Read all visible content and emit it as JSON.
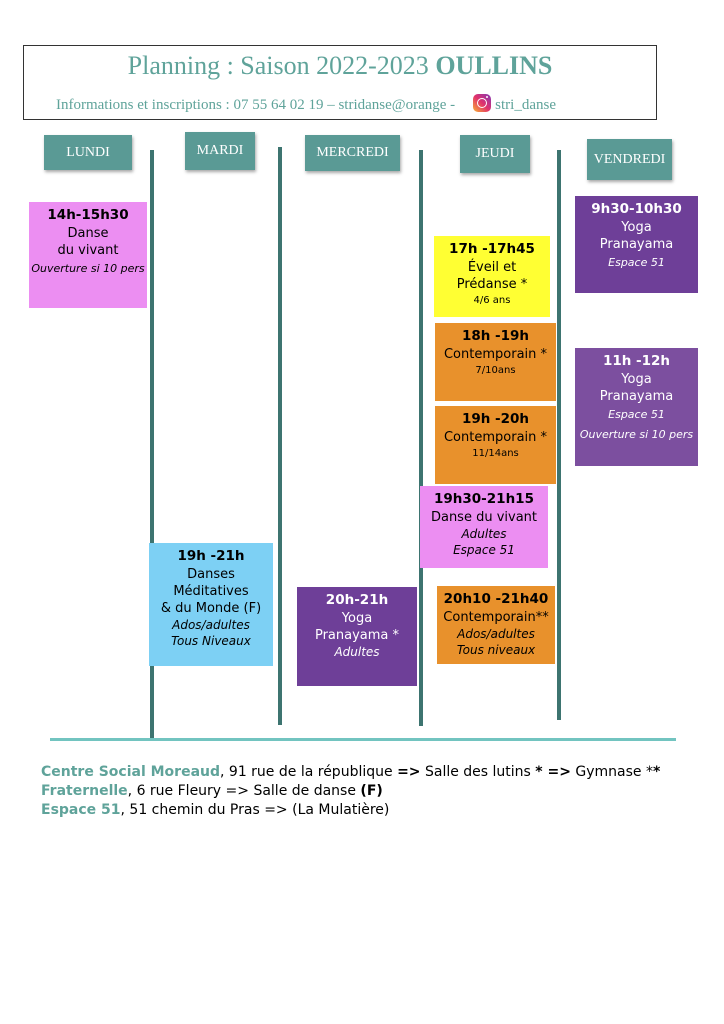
{
  "header": {
    "title_prefix": "Planning : Saison 2022-2023 ",
    "title_city": "OULLINS",
    "info": "Informations et inscriptions : 07 55 64 02 19 – stridanse@orange -",
    "instagram_handle": "stri_danse"
  },
  "days": [
    "LUNDI",
    "MARDI",
    "MERCREDI",
    "JEUDI",
    "VENDREDI"
  ],
  "classes": {
    "lundi_1": {
      "time": "14h-15h30",
      "line1": "Danse",
      "line2": "du vivant",
      "note": "Ouverture si 10 pers",
      "color": "#ec8ef2"
    },
    "mardi_1": {
      "time": "19h -21h",
      "line1": "Danses",
      "line2": "Méditatives",
      "line3": "& du Monde (F)",
      "note1": "Ados/adultes",
      "note2": "Tous Niveaux",
      "color": "#7dd0f4"
    },
    "mercredi_1": {
      "time": "20h-21h",
      "line1": "Yoga",
      "line2": "Pranayama *",
      "note": "Adultes",
      "color": "#6e3f98"
    },
    "jeudi_1": {
      "time": "17h -17h45",
      "line1": "Éveil et",
      "line2": "Prédanse *",
      "age": "4/6 ans",
      "color": "#ffff33"
    },
    "jeudi_2": {
      "time": "18h -19h",
      "line1": "Contemporain *",
      "age": "7/10ans",
      "color": "#e8912c"
    },
    "jeudi_3": {
      "time": "19h -20h",
      "line1": "Contemporain *",
      "age": "11/14ans",
      "color": "#e8912c"
    },
    "jeudi_4": {
      "time": "19h30-21h15",
      "line1": "Danse du vivant",
      "note1": "Adultes",
      "note2": "Espace 51",
      "color": "#ec8ef2"
    },
    "jeudi_5": {
      "time": "20h10 -21h40",
      "line1": "Contemporain**",
      "note1": "Ados/adultes",
      "note2": "Tous niveaux",
      "color": "#e8912c"
    },
    "vendredi_1": {
      "time": "9h30-10h30",
      "line1": "Yoga",
      "line2": "Pranayama",
      "note": "Espace 51",
      "color": "#6e3f98"
    },
    "vendredi_2": {
      "time": "11h -12h",
      "line1": "Yoga",
      "line2": "Pranayama",
      "note1": "Espace 51",
      "note2": "Ouverture si 10 pers",
      "color": "#7c4f9f"
    }
  },
  "legend": {
    "line1_loc": "Centre Social Moreaud",
    "line1_a": ", 91 rue de la république ",
    "line1_arrow1": "=>",
    "line1_b": " Salle des lutins ",
    "line1_arrow2": "* =>",
    "line1_c": " Gymnase *",
    "line1_d": "*",
    "line2_loc": "Fraternelle",
    "line2_a": ", 6 rue Fleury => Salle de danse ",
    "line2_b": "(F)",
    "line3_loc": "Espace 51",
    "line3_a": ", 51 chemin du Pras => (La Mulatière)"
  }
}
